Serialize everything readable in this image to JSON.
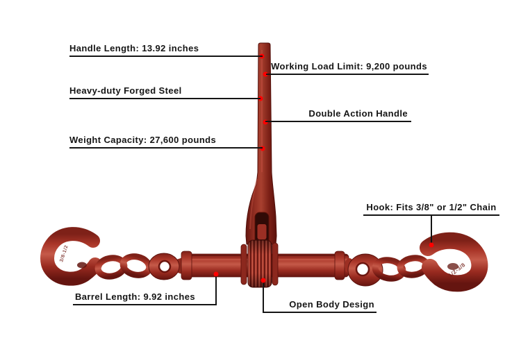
{
  "page": {
    "background": "#ffffff"
  },
  "colors": {
    "annotation_text": "#151515",
    "annotation_line": "#141414",
    "pointer_dot": "#ff0000",
    "binder_red": "#a93528",
    "binder_highlight": "#c55a49",
    "binder_dark": "#651510"
  },
  "callouts": {
    "handle_length": "Handle Length: 13.92 inches",
    "working_load_limit": "Working Load Limit: 9,200 pounds",
    "forged_steel": "Heavy-duty Forged Steel",
    "double_action": "Double Action Handle",
    "weight_capacity": "Weight Capacity: 27,600 pounds",
    "hook_fits": "Hook: Fits 3/8\" or 1/2\" Chain",
    "barrel_length": "Barrel Length: 9.92 inches",
    "open_body": "Open Body Design"
  },
  "product": {
    "hook_marking_left": "3/8-1/2",
    "hook_marking_right": "1/2-3/8"
  }
}
